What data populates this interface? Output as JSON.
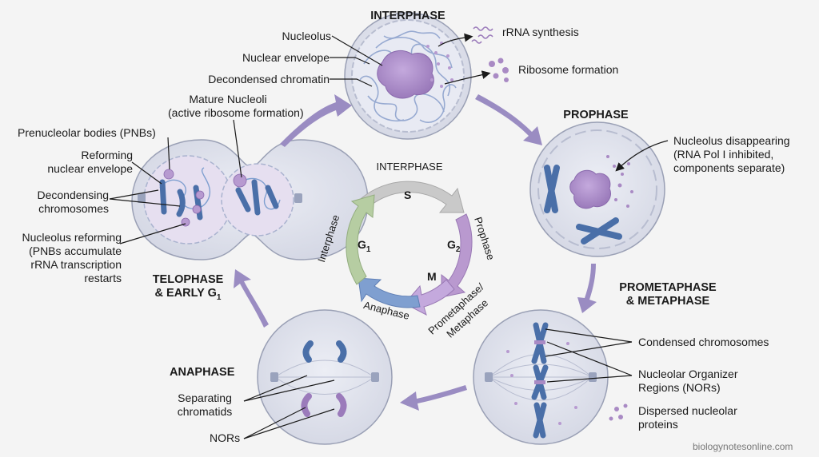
{
  "stages": {
    "interphase": "INTERPHASE",
    "prophase": "PROPHASE",
    "prometaphase_line1": "PROMETAPHASE",
    "prometaphase_line2": "& METAPHASE",
    "anaphase": "ANAPHASE",
    "telophase_line1": "TELOPHASE",
    "telophase_line2": "& EARLY G",
    "telophase_sub": "1"
  },
  "labels": {
    "nucleolus": "Nucleolus",
    "nuclear_envelope": "Nuclear envelope",
    "decondensed_chromatin": "Decondensed chromatin",
    "rrna_synthesis": "rRNA synthesis",
    "ribosome_formation": "Ribosome formation",
    "nucleolus_disappearing": [
      "Nucleolus disappearing",
      "(RNA Pol I inhibited,",
      "components separate)"
    ],
    "mature_nucleoli": [
      "Mature Nucleoli",
      "(active ribosome formation)"
    ],
    "pnbs": "Prenucleolar bodies (PNBs)",
    "reforming_envelope": [
      "Reforming",
      "nuclear envelope"
    ],
    "decondensing": [
      "Decondensing",
      "chromosomes"
    ],
    "nucleolus_reforming": [
      "Nucleolus reforming",
      "(PNBs accumulate",
      "rRNA transcription",
      "restarts"
    ],
    "condensed_chromosomes": "Condensed chromosomes",
    "nors_full": [
      "Nucleolar Organizer",
      "Regions (NORs)"
    ],
    "dispersed_proteins": [
      "Dispersed nucleolar",
      "proteins"
    ],
    "separating_chromatids": [
      "Separating",
      "chromatids"
    ],
    "nors": "NORs"
  },
  "cycle": {
    "interphase": "INTERPHASE",
    "s": "S",
    "g1": "G",
    "g1_sub": "1",
    "g2": "G",
    "g2_sub": "2",
    "m": "M",
    "interphase_side": "Interphase",
    "prophase": "Prophase",
    "prometaphase": "Prometaphase/",
    "metaphase": "Metaphase",
    "anaphase": "Anaphase"
  },
  "watermark": "biologynotesonline.com",
  "colors": {
    "cell_fill": "#dfe0ea",
    "chromosome": "#4a6fa8",
    "nucleolus": "#a98ac4",
    "arrow": "#9a8cc2",
    "cycle_gray": "#c9c9c9",
    "cycle_purple": "#b999cf",
    "cycle_blue": "#7f9fd0",
    "cycle_green": "#b6cda2"
  }
}
